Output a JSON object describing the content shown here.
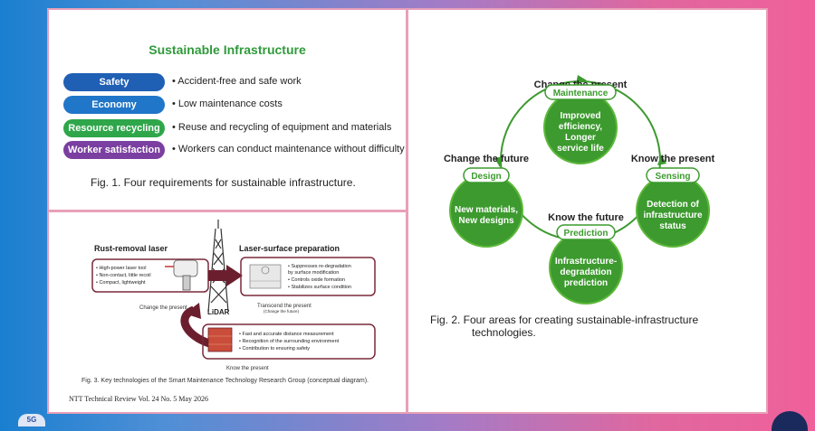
{
  "fig1": {
    "title": "Sustainable Infrastructure",
    "items": [
      {
        "label": "Safety",
        "text": "• Accident-free and safe work",
        "color": "#1f5fb4"
      },
      {
        "label": "Economy",
        "text": "• Low maintenance costs",
        "color": "#2076c8"
      },
      {
        "label": "Resource recycling",
        "text": "• Reuse and recycling of equipment and materials",
        "color": "#2fa64a"
      },
      {
        "label": "Worker satisfaction",
        "text": "• Workers can conduct maintenance without difficulty",
        "color": "#7a3fa0"
      }
    ],
    "caption": "Fig. 1.   Four requirements for sustainable infrastructure."
  },
  "fig3": {
    "rust_title": "Rust-removal laser",
    "rust_bullets": [
      "• High-power laser tool",
      "• Non-contact, little recoil",
      "• Compact, lightweight"
    ],
    "rust_sub": "Change the present",
    "laser_title": "Laser-surface preparation",
    "laser_bullets": [
      "• Suppresses re-degradation",
      "  by surface modification",
      "• Controls oxide formation",
      "• Stabilizes surface condition"
    ],
    "laser_sub": "Transcend the present",
    "laser_sub2": "(Change the future)",
    "lidar_label": "LiDAR",
    "lidar_bullets": [
      "• Fast and accurate distance measurement",
      "• Recognition of the surrounding environment",
      "• Contribution to ensuring safety"
    ],
    "lidar_sub": "Know the present",
    "caption": "Fig. 3.   Key technologies of the Smart Maintenance Technology Research Group (conceptual diagram).",
    "footer": "NTT Technical Review     Vol. 24 No. 5 May 2026"
  },
  "fig2": {
    "nodes": {
      "top": {
        "header": "Change the present",
        "tag": "Maintenance",
        "lines": [
          "Improved",
          "efficiency,",
          "Longer",
          "service life"
        ]
      },
      "left": {
        "header": "Change the future",
        "tag": "Design",
        "lines": [
          "New materials,",
          "New designs"
        ]
      },
      "right": {
        "header": "Know the present",
        "tag": "Sensing",
        "lines": [
          "Detection of",
          "infrastructure",
          "status"
        ]
      },
      "bottom": {
        "header": "Know the future",
        "tag": "Prediction",
        "lines": [
          "Infrastructure-",
          "degradation",
          "prediction"
        ]
      }
    },
    "caption_l1": "Fig. 2.   Four areas for creating sustainable-infrastructure",
    "caption_l2": "technologies."
  },
  "colors": {
    "green": "#3c9a2e",
    "green_light": "#5cb83a",
    "maroon": "#7a2a3a"
  },
  "badge": "5G"
}
